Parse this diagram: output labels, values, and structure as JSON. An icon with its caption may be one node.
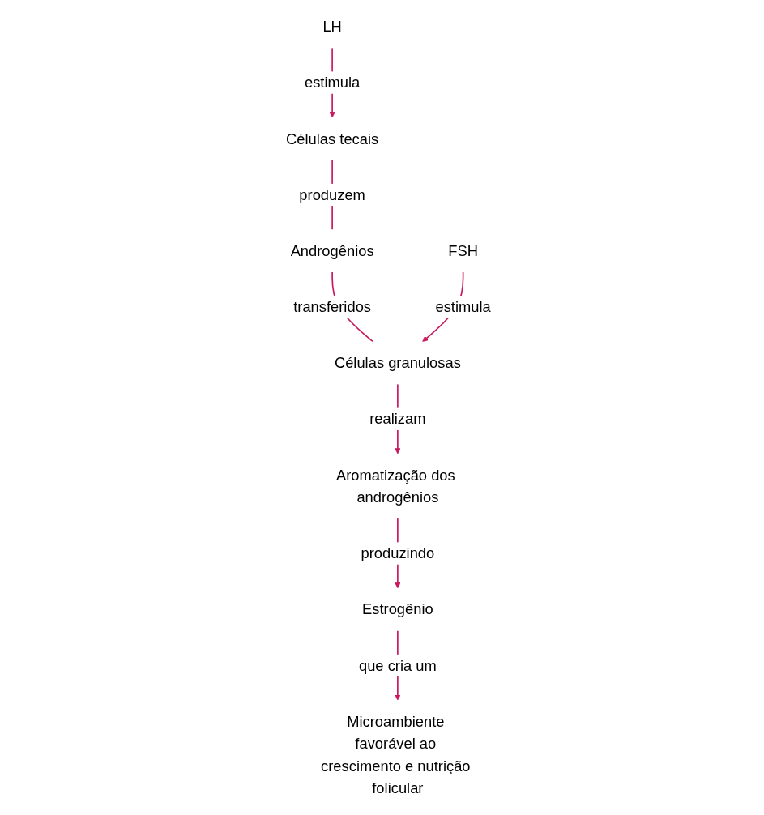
{
  "diagram": {
    "nodes": [
      {
        "text": [
          "LH"
        ]
      },
      {
        "text": [
          "Células tecais"
        ]
      },
      {
        "text": [
          "Androgênios"
        ]
      },
      {
        "text": [
          "Células granulosas"
        ]
      },
      {
        "text": [
          "FSH"
        ]
      },
      {
        "text": [
          "Aromatização dos androgênios"
        ]
      },
      {
        "text": [
          "Estrogênio"
        ]
      },
      {
        "text": [
          "Microambiente favorável ao crescimento e nutrição folicular"
        ]
      }
    ],
    "edges": [
      {
        "from": 0,
        "to": 1,
        "arrow": "to",
        "label": "estimula"
      },
      {
        "from": 1,
        "to": 2,
        "arrow": "none",
        "label": "produzem"
      },
      {
        "from": 2,
        "to": 3,
        "arrow": "none",
        "label": "transferidos"
      },
      {
        "from": 4,
        "to": 3,
        "arrow": "to",
        "label": "estimula"
      },
      {
        "from": 3,
        "to": 5,
        "arrow": "to",
        "label": "realizam"
      },
      {
        "from": 5,
        "to": 6,
        "arrow": "to",
        "label": "produzindo"
      },
      {
        "from": 6,
        "to": 7,
        "arrow": "to",
        "label": "que cria um"
      }
    ]
  }
}
